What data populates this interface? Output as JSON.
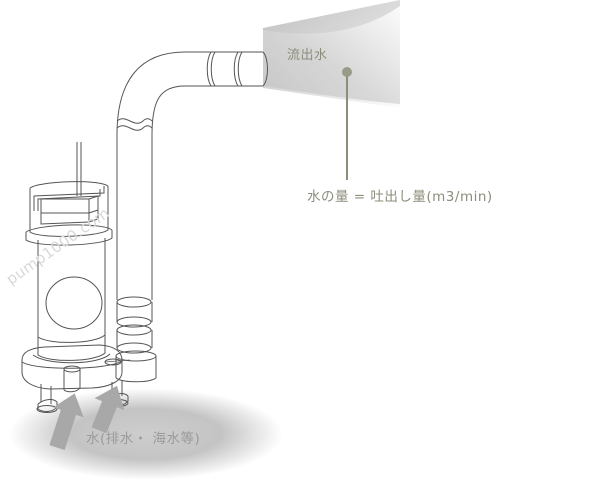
{
  "diagram": {
    "title_labels": {
      "outflow": "流出水",
      "discharge_rate": "水の量 = 吐出し量(m3/min)",
      "inflow": "水(排水・ 海水等)"
    },
    "watermark": "pump1000.com",
    "colors": {
      "label_text": "#8d8d7b",
      "inflow_text": "#9a9a9a",
      "leader_line": "#8d8d7b",
      "leader_dot": "#9a9a88",
      "outline": "#555555",
      "arrow_fill": "#a8a8a8",
      "ground_ellipse": "#b5b5b5",
      "spray_cone": "#cfcfcf",
      "watermark_color": "#d8d8d8",
      "background": "#ffffff"
    },
    "parts": {
      "pump_handle": "lifting-handle",
      "pump_body": "cylindrical-motor-housing",
      "nameplate": "oval-nameplate",
      "base": "pump-base-with-legs",
      "leg_count": 3,
      "power_cable": "power-cable",
      "discharge_pipe": "vertical-discharge-pipe",
      "elbow": "90-degree-elbow",
      "couplings": "pipe-coupling-bands",
      "break_symbol": "pipe-break-symbol",
      "spray": "water-spray-cone",
      "ground": "water-surface-ellipse",
      "intake_arrows": 2
    }
  }
}
